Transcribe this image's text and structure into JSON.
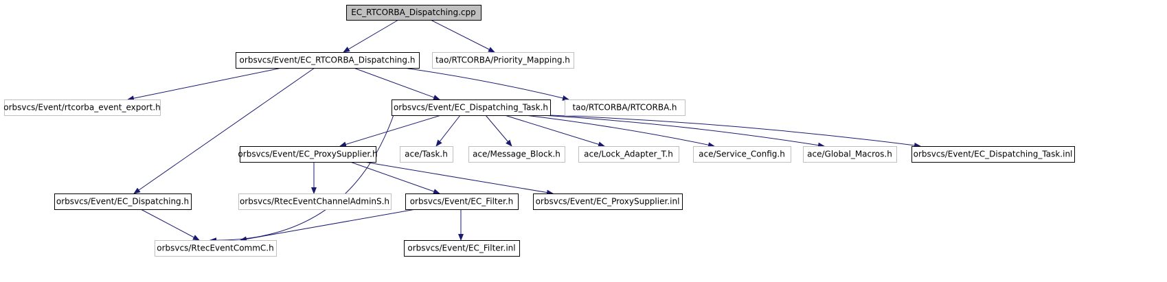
{
  "diagram": {
    "type": "include-dependency-graph",
    "colors": {
      "edge": "#191970",
      "root_fill": "#bfbfbf",
      "node_border": "#000000",
      "external_border": "#bfbfbf",
      "text": "#000000"
    },
    "nodes": [
      {
        "id": "root",
        "label": "EC_RTCORBA_Dispatching.cpp",
        "style": "root"
      },
      {
        "id": "rtd_h",
        "label": "orbsvcs/Event/EC_RTCORBA_Dispatching.h",
        "style": "internal"
      },
      {
        "id": "prio_map",
        "label": "tao/RTCORBA/Priority_Mapping.h",
        "style": "external"
      },
      {
        "id": "rtcorba_export",
        "label": "orbsvcs/Event/rtcorba_event_export.h",
        "style": "external"
      },
      {
        "id": "disp_task_h",
        "label": "orbsvcs/Event/EC_Dispatching_Task.h",
        "style": "internal"
      },
      {
        "id": "rtcorba_h",
        "label": "tao/RTCORBA/RTCORBA.h",
        "style": "external"
      },
      {
        "id": "proxy_h",
        "label": "orbsvcs/Event/EC_ProxySupplier.h",
        "style": "internal"
      },
      {
        "id": "task_h",
        "label": "ace/Task.h",
        "style": "external"
      },
      {
        "id": "msgblock_h",
        "label": "ace/Message_Block.h",
        "style": "external"
      },
      {
        "id": "lockadapter_h",
        "label": "ace/Lock_Adapter_T.h",
        "style": "external"
      },
      {
        "id": "svcconf_h",
        "label": "ace/Service_Config.h",
        "style": "external"
      },
      {
        "id": "globalmacros_h",
        "label": "ace/Global_Macros.h",
        "style": "external"
      },
      {
        "id": "disp_task_inl",
        "label": "orbsvcs/Event/EC_Dispatching_Task.inl",
        "style": "internal"
      },
      {
        "id": "disp_h",
        "label": "orbsvcs/Event/EC_Dispatching.h",
        "style": "internal"
      },
      {
        "id": "chadmin_h",
        "label": "orbsvcs/RtecEventChannelAdminS.h",
        "style": "external"
      },
      {
        "id": "filter_h",
        "label": "orbsvcs/Event/EC_Filter.h",
        "style": "internal"
      },
      {
        "id": "proxy_inl",
        "label": "orbsvcs/Event/EC_ProxySupplier.inl",
        "style": "internal"
      },
      {
        "id": "commc_h",
        "label": "orbsvcs/RtecEventCommC.h",
        "style": "external"
      },
      {
        "id": "filter_inl",
        "label": "orbsvcs/Event/EC_Filter.inl",
        "style": "internal"
      }
    ],
    "edges": [
      {
        "from": "root",
        "to": "rtd_h"
      },
      {
        "from": "root",
        "to": "prio_map"
      },
      {
        "from": "rtd_h",
        "to": "rtcorba_export"
      },
      {
        "from": "rtd_h",
        "to": "disp_task_h"
      },
      {
        "from": "rtd_h",
        "to": "rtcorba_h"
      },
      {
        "from": "rtd_h",
        "to": "disp_h"
      },
      {
        "from": "disp_task_h",
        "to": "commc_h"
      },
      {
        "from": "disp_task_h",
        "to": "proxy_h"
      },
      {
        "from": "disp_task_h",
        "to": "task_h"
      },
      {
        "from": "disp_task_h",
        "to": "msgblock_h"
      },
      {
        "from": "disp_task_h",
        "to": "lockadapter_h"
      },
      {
        "from": "disp_task_h",
        "to": "svcconf_h"
      },
      {
        "from": "disp_task_h",
        "to": "globalmacros_h"
      },
      {
        "from": "disp_task_h",
        "to": "disp_task_inl"
      },
      {
        "from": "proxy_h",
        "to": "chadmin_h"
      },
      {
        "from": "proxy_h",
        "to": "filter_h"
      },
      {
        "from": "proxy_h",
        "to": "proxy_inl"
      },
      {
        "from": "disp_h",
        "to": "commc_h"
      },
      {
        "from": "filter_h",
        "to": "commc_h"
      },
      {
        "from": "filter_h",
        "to": "filter_inl"
      }
    ]
  }
}
